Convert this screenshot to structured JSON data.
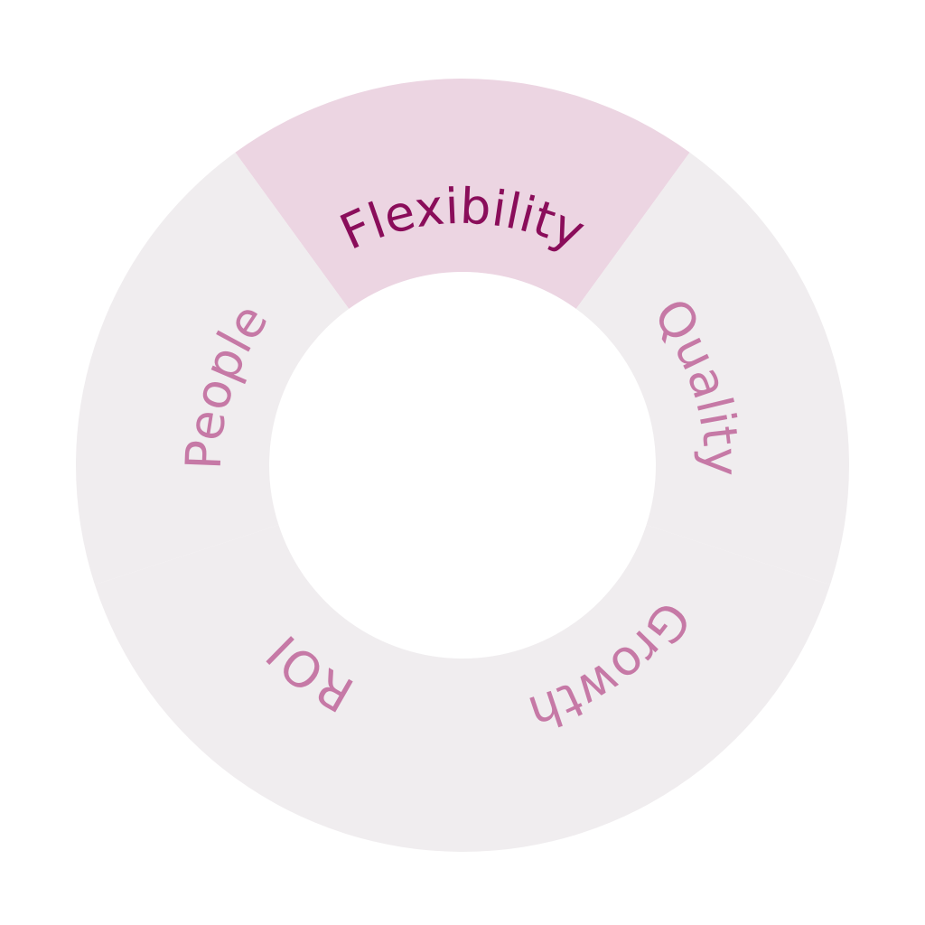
{
  "diagram": {
    "segments": [
      {
        "label": "Flexibility",
        "highlighted": true
      },
      {
        "label": "Quality",
        "highlighted": false
      },
      {
        "label": "Growth",
        "highlighted": false
      },
      {
        "label": "ROI",
        "highlighted": false
      },
      {
        "label": "People",
        "highlighted": false
      }
    ],
    "colors": {
      "highlight_fill": "#ecd5e2",
      "normal_fill": "#f0edef",
      "highlight_text": "#8a0d5a",
      "normal_text": "#c679a6"
    }
  }
}
